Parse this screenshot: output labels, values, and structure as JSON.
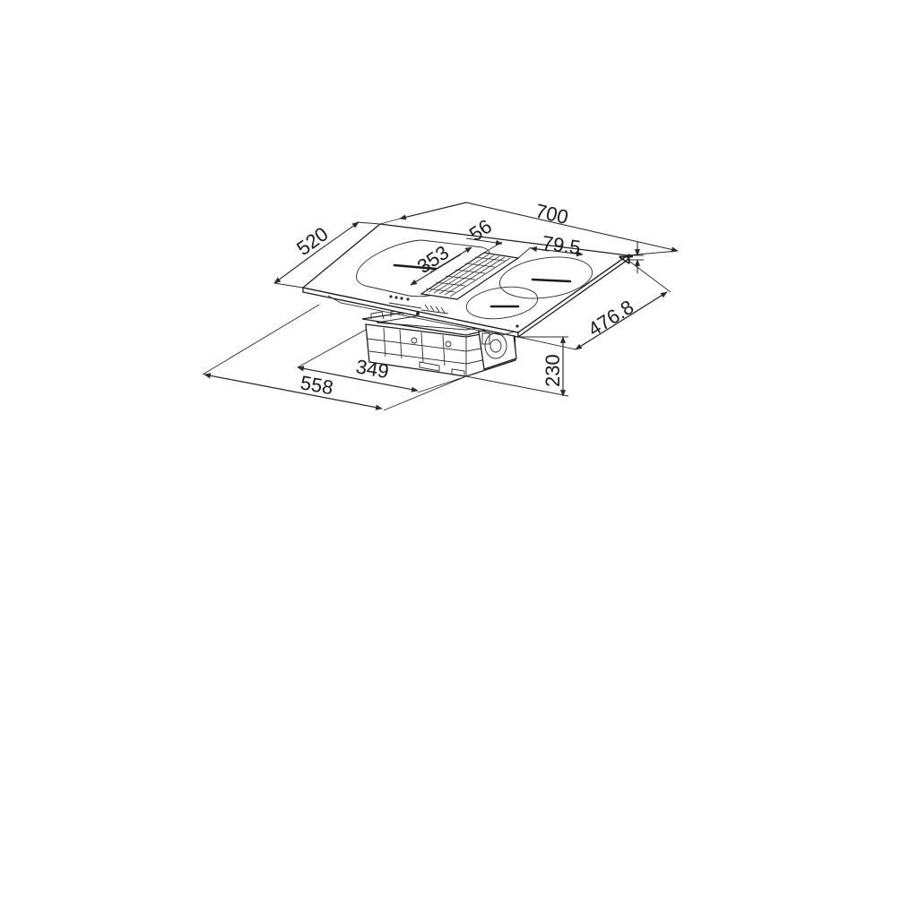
{
  "drawing": {
    "dimensions": {
      "width": "700",
      "depth": "520",
      "vent_width": "56",
      "zone_width": "353",
      "vent_offset": "79.5",
      "glass_thickness": "4",
      "cutout_depth": "476.8",
      "unit_height": "230",
      "box_width": "349",
      "box_depth": "558"
    }
  }
}
